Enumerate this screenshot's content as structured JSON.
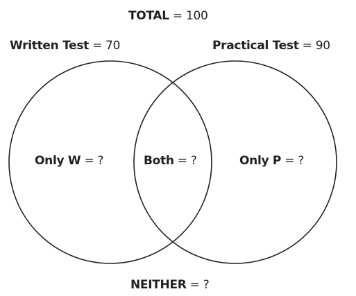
{
  "total": {
    "name": "TOTAL",
    "value": "100"
  },
  "sets": {
    "written": {
      "name": "Written Test",
      "value": "70"
    },
    "practical": {
      "name": "Practical Test",
      "value": "90"
    }
  },
  "regions": {
    "only_w": {
      "name": "Only W",
      "value": "?"
    },
    "both": {
      "name": "Both",
      "value": "?"
    },
    "only_p": {
      "name": "Only P",
      "value": "?"
    },
    "neither": {
      "name": "NEITHER",
      "value": "?"
    }
  }
}
